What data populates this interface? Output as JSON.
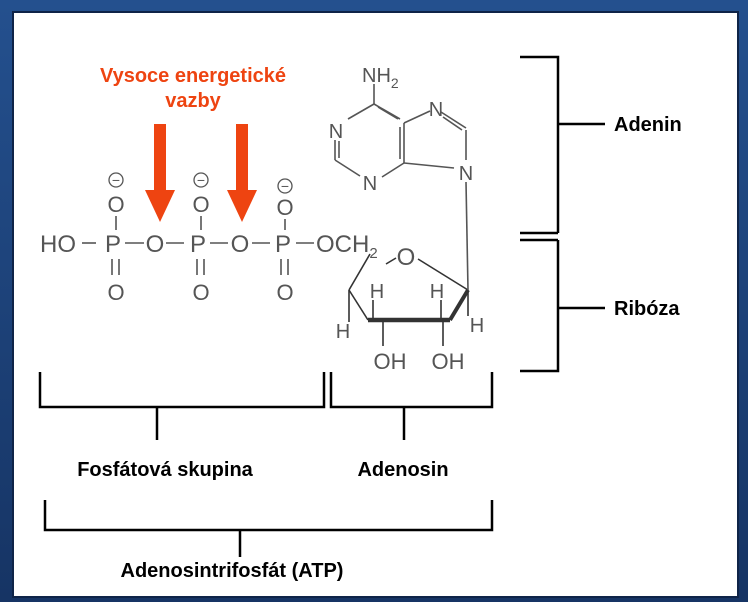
{
  "highlight": {
    "line1": "Vysoce energetické",
    "line2": "vazby",
    "color": "#ee4411"
  },
  "labels": {
    "adenin": "Adenin",
    "riboza": "Ribóza",
    "fosfat": "Fosfátová skupina",
    "adenosin": "Adenosin",
    "atp": "Adenosintrifosfát (ATP)"
  },
  "chem": {
    "ho": "HO",
    "p": "P",
    "o": "O",
    "minus": "−",
    "och2": "OCH",
    "sub2": "2",
    "nh2": "NH",
    "n": "N",
    "h": "H",
    "oh": "OH",
    "bond_single": "|",
    "bond_double": "‖"
  },
  "colors": {
    "frame": "#1b3a6b",
    "structure": "#555555",
    "text": "#000000"
  }
}
